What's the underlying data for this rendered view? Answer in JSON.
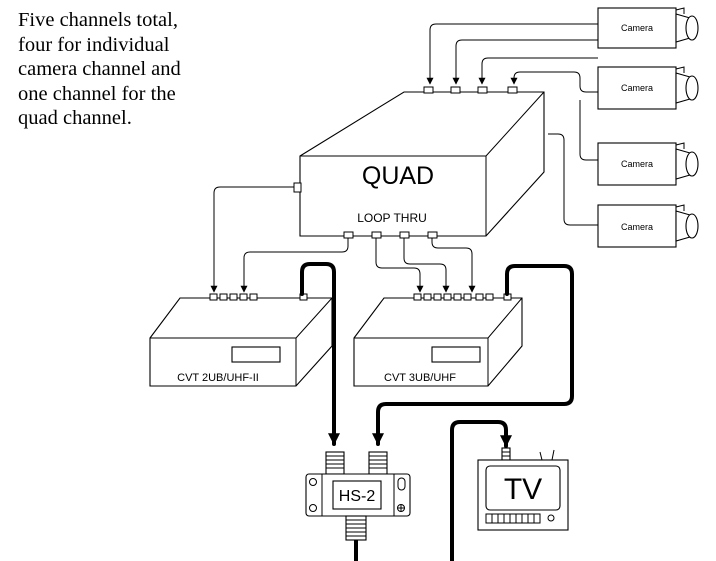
{
  "caption": "Five channels total, four for individual camera channel and one channel for the quad channel.",
  "cameras": [
    {
      "label": "Camera"
    },
    {
      "label": "Camera"
    },
    {
      "label": "Camera"
    },
    {
      "label": "Camera"
    }
  ],
  "quad": {
    "title": "QUAD",
    "loop_label": "LOOP THRU"
  },
  "modulators": [
    {
      "label": "CVT 2UB/UHF-II"
    },
    {
      "label": "CVT 3UB/UHF"
    }
  ],
  "combiner": {
    "label": "HS-2"
  },
  "tv": {
    "label": "TV"
  }
}
